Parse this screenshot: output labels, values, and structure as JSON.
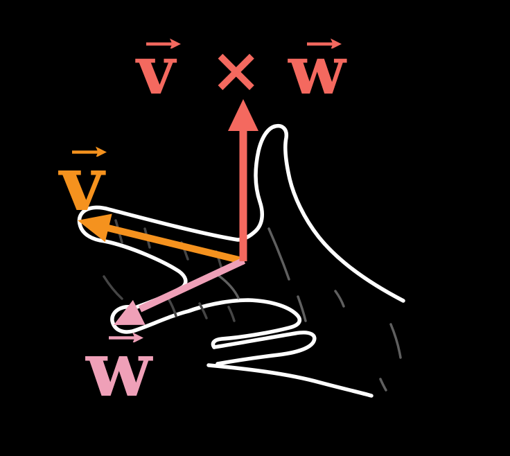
{
  "figure": {
    "title": {
      "left_vector": "v",
      "operator": "×",
      "right_vector": "w"
    },
    "vector_labels": {
      "v": "v",
      "w": "w"
    }
  },
  "colors": {
    "background": "#000000",
    "cross_product": "#F4695F",
    "vector_v": "#F5921E",
    "vector_w": "#EFA0B8",
    "hand_outline": "#FFFFFF",
    "hand_crease": "#454545"
  }
}
